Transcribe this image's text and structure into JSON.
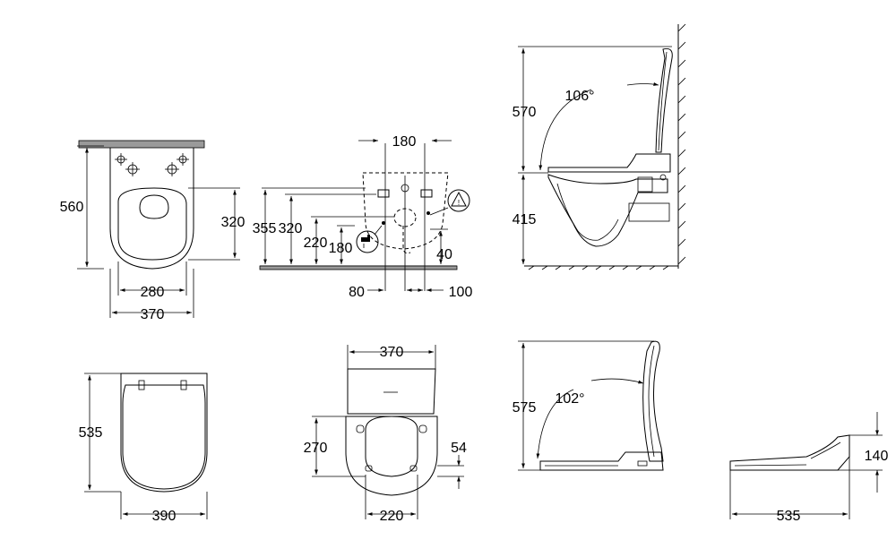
{
  "dimensions": {
    "front_top": {
      "height": "560",
      "inner_width": "280",
      "outer_width": "370"
    },
    "rear_plan": {
      "spacing_top": "180",
      "h320_right": "320",
      "h355": "355",
      "h320_left": "320",
      "h220": "220",
      "h180": "180",
      "right_40": "40",
      "left_80": "80",
      "right_100": "100"
    },
    "side_seat_up_1": {
      "height_upper": "570",
      "height_lower": "415",
      "angle": "106°"
    },
    "top_view": {
      "height": "535",
      "width": "390"
    },
    "underside": {
      "width": "370",
      "depth": "270",
      "edge": "54",
      "spacing": "220"
    },
    "side_seat_up_2": {
      "height": "575",
      "angle": "102°"
    },
    "seat_side": {
      "height": "140",
      "length": "535"
    }
  }
}
